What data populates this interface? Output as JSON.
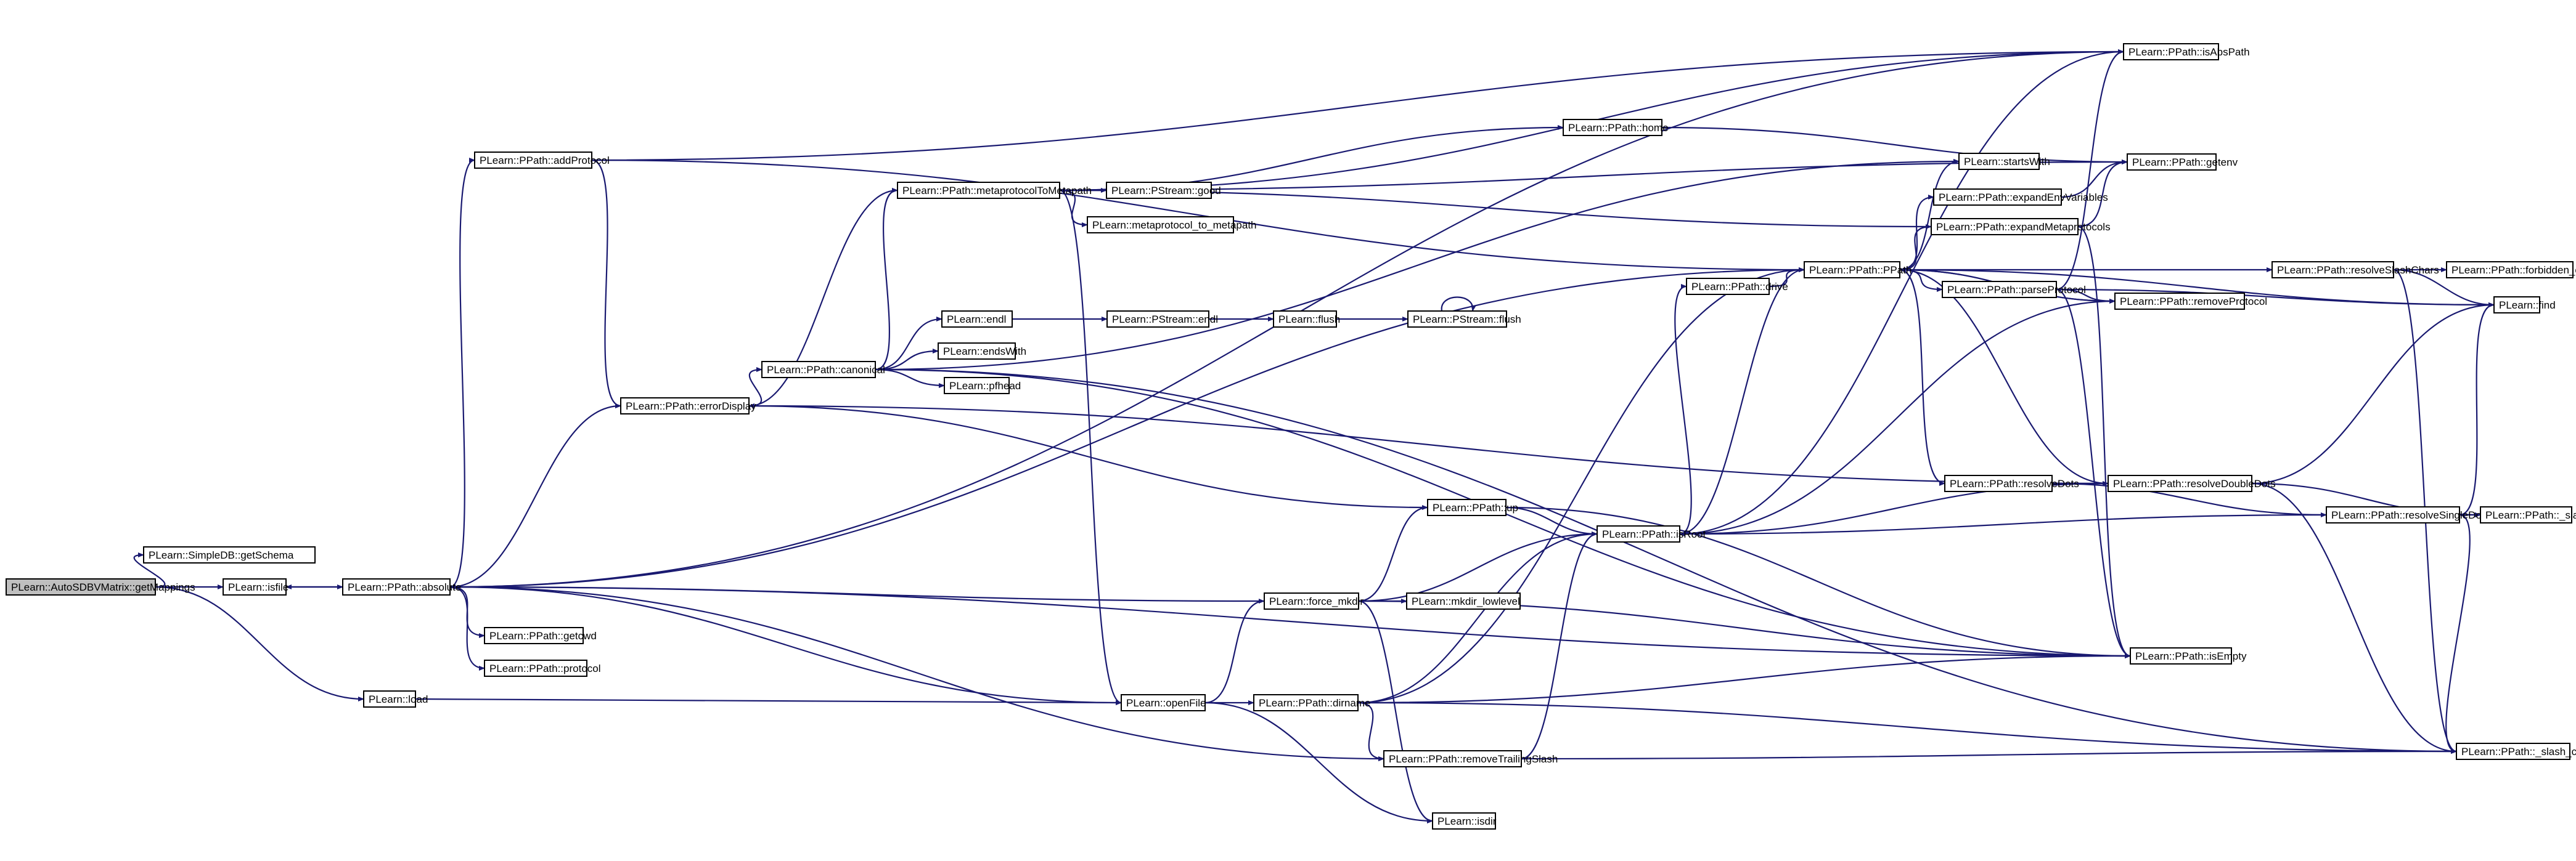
{
  "colors": {
    "edge": "#191970",
    "root_fill": "#bfbfbf",
    "node_fill": "#ffffff",
    "border": "#000000"
  },
  "nodes": [
    {
      "id": "root",
      "label": "PLearn::AutoSDBVMatrix::getMappings",
      "root": true
    },
    {
      "id": "getSchema",
      "label": "PLearn::SimpleDB::getSchema"
    },
    {
      "id": "isfile",
      "label": "PLearn::isfile"
    },
    {
      "id": "load",
      "label": "PLearn::load"
    },
    {
      "id": "absolute",
      "label": "PLearn::PPath::absolute"
    },
    {
      "id": "addProtocol",
      "label": "PLearn::PPath::addProtocol"
    },
    {
      "id": "errorDisplay",
      "label": "PLearn::PPath::errorDisplay"
    },
    {
      "id": "getcwd",
      "label": "PLearn::PPath::getcwd"
    },
    {
      "id": "protocol",
      "label": "PLearn::PPath::protocol"
    },
    {
      "id": "metaprotocolToMetapath",
      "label": "PLearn::PPath::metaprotocolToMetapath"
    },
    {
      "id": "canonical",
      "label": "PLearn::PPath::canonical"
    },
    {
      "id": "good",
      "label": "PLearn::PStream::good"
    },
    {
      "id": "metaprotocol_to_metapath",
      "label": "PLearn::metaprotocol_to_metapath"
    },
    {
      "id": "endl",
      "label": "PLearn::endl"
    },
    {
      "id": "endsWith",
      "label": "PLearn::endsWith"
    },
    {
      "id": "pfhead",
      "label": "PLearn::pfhead"
    },
    {
      "id": "pstream_endl",
      "label": "PLearn::PStream::endl"
    },
    {
      "id": "flush",
      "label": "PLearn::flush"
    },
    {
      "id": "pstream_flush",
      "label": "PLearn::PStream::flush"
    },
    {
      "id": "home",
      "label": "PLearn::PPath::home"
    },
    {
      "id": "openFile",
      "label": "PLearn::openFile"
    },
    {
      "id": "force_mkdir",
      "label": "PLearn::force_mkdir"
    },
    {
      "id": "up",
      "label": "PLearn::PPath::up"
    },
    {
      "id": "mkdir_lowlevel",
      "label": "PLearn::mkdir_lowlevel"
    },
    {
      "id": "dirname",
      "label": "PLearn::PPath::dirname"
    },
    {
      "id": "removeTrailingSlash",
      "label": "PLearn::PPath::removeTrailingSlash"
    },
    {
      "id": "isdir",
      "label": "PLearn::isdir"
    },
    {
      "id": "drive",
      "label": "PLearn::PPath::drive"
    },
    {
      "id": "isRoot",
      "label": "PLearn::PPath::isRoot"
    },
    {
      "id": "PPath",
      "label": "PLearn::PPath::PPath"
    },
    {
      "id": "isAbsPath",
      "label": "PLearn::PPath::isAbsPath"
    },
    {
      "id": "getenv",
      "label": "PLearn::PPath::getenv"
    },
    {
      "id": "startsWith",
      "label": "PLearn::startsWith"
    },
    {
      "id": "expandEnvVariables",
      "label": "PLearn::PPath::expandEnvVariables"
    },
    {
      "id": "expandMetaprotocols",
      "label": "PLearn::PPath::expandMetaprotocols"
    },
    {
      "id": "parseProtocol",
      "label": "PLearn::PPath::parseProtocol"
    },
    {
      "id": "removeProtocol",
      "label": "PLearn::PPath::removeProtocol"
    },
    {
      "id": "resolveDots",
      "label": "PLearn::PPath::resolveDots"
    },
    {
      "id": "resolveDoubleDots",
      "label": "PLearn::PPath::resolveDoubleDots"
    },
    {
      "id": "resolveSingleDots",
      "label": "PLearn::PPath::resolveSingleDots"
    },
    {
      "id": "resolveSlashChars",
      "label": "PLearn::PPath::resolveSlashChars"
    },
    {
      "id": "forbidden_chars",
      "label": "PLearn::PPath::forbidden_chars"
    },
    {
      "id": "find",
      "label": "PLearn::find"
    },
    {
      "id": "slash",
      "label": "PLearn::PPath::_slash"
    },
    {
      "id": "isEmpty",
      "label": "PLearn::PPath::isEmpty"
    },
    {
      "id": "slash_char",
      "label": "PLearn::PPath::_slash_char"
    }
  ],
  "edges": [
    [
      "root",
      "getSchema"
    ],
    [
      "root",
      "isfile"
    ],
    [
      "root",
      "load"
    ],
    [
      "isfile",
      "absolute"
    ],
    [
      "load",
      "openFile"
    ],
    [
      "absolute",
      "addProtocol"
    ],
    [
      "absolute",
      "errorDisplay"
    ],
    [
      "absolute",
      "getcwd"
    ],
    [
      "absolute",
      "protocol"
    ],
    [
      "absolute",
      "isfile"
    ],
    [
      "absolute",
      "isAbsPath"
    ],
    [
      "absolute",
      "PPath"
    ],
    [
      "absolute",
      "isEmpty"
    ],
    [
      "absolute",
      "removeTrailingSlash"
    ],
    [
      "addProtocol",
      "isAbsPath"
    ],
    [
      "addProtocol",
      "errorDisplay"
    ],
    [
      "addProtocol",
      "PPath"
    ],
    [
      "errorDisplay",
      "canonical"
    ],
    [
      "errorDisplay",
      "metaprotocolToMetapath"
    ],
    [
      "canonical",
      "metaprotocolToMetapath"
    ],
    [
      "canonical",
      "endl"
    ],
    [
      "canonical",
      "endsWith"
    ],
    [
      "canonical",
      "pfhead"
    ],
    [
      "canonical",
      "startsWith"
    ],
    [
      "canonical",
      "isEmpty"
    ],
    [
      "canonical",
      "slash_char"
    ],
    [
      "metaprotocolToMetapath",
      "good"
    ],
    [
      "metaprotocolToMetapath",
      "metaprotocol_to_metapath"
    ],
    [
      "metaprotocolToMetapath",
      "home"
    ],
    [
      "metaprotocolToMetapath",
      "getenv"
    ],
    [
      "metaprotocolToMetapath",
      "openFile"
    ],
    [
      "metaprotocolToMetapath",
      "isAbsPath"
    ],
    [
      "endl",
      "pstream_endl"
    ],
    [
      "pstream_endl",
      "flush"
    ],
    [
      "flush",
      "pstream_flush"
    ],
    [
      "pstream_flush",
      "pstream_flush"
    ],
    [
      "home",
      "getenv"
    ],
    [
      "openFile",
      "force_mkdir"
    ],
    [
      "openFile",
      "dirname"
    ],
    [
      "openFile",
      "isdir"
    ],
    [
      "openFile",
      "absolute"
    ],
    [
      "force_mkdir",
      "up"
    ],
    [
      "force_mkdir",
      "mkdir_lowlevel"
    ],
    [
      "force_mkdir",
      "isRoot"
    ],
    [
      "force_mkdir",
      "isdir"
    ],
    [
      "force_mkdir",
      "isEmpty"
    ],
    [
      "force_mkdir",
      "absolute"
    ],
    [
      "up",
      "isRoot"
    ],
    [
      "up",
      "isEmpty"
    ],
    [
      "up",
      "errorDisplay"
    ],
    [
      "dirname",
      "removeTrailingSlash"
    ],
    [
      "dirname",
      "isRoot"
    ],
    [
      "dirname",
      "isEmpty"
    ],
    [
      "dirname",
      "PPath"
    ],
    [
      "dirname",
      "slash_char"
    ],
    [
      "removeTrailingSlash",
      "isRoot"
    ],
    [
      "removeTrailingSlash",
      "slash_char"
    ],
    [
      "isRoot",
      "drive"
    ],
    [
      "isRoot",
      "removeProtocol"
    ],
    [
      "isRoot",
      "PPath"
    ],
    [
      "isRoot",
      "isAbsPath"
    ],
    [
      "drive",
      "PPath"
    ],
    [
      "PPath",
      "startsWith"
    ],
    [
      "PPath",
      "expandEnvVariables"
    ],
    [
      "PPath",
      "expandMetaprotocols"
    ],
    [
      "PPath",
      "parseProtocol"
    ],
    [
      "PPath",
      "resolveDots"
    ],
    [
      "PPath",
      "resolveSlashChars"
    ],
    [
      "PPath",
      "find"
    ],
    [
      "PPath",
      "removeProtocol"
    ],
    [
      "expandEnvVariables",
      "getenv"
    ],
    [
      "expandMetaprotocols",
      "getenv"
    ],
    [
      "expandMetaprotocols",
      "metaprotocolToMetapath"
    ],
    [
      "expandMetaprotocols",
      "isEmpty"
    ],
    [
      "parseProtocol",
      "isAbsPath"
    ],
    [
      "parseProtocol",
      "removeProtocol"
    ],
    [
      "parseProtocol",
      "find"
    ],
    [
      "parseProtocol",
      "isEmpty"
    ],
    [
      "removeProtocol",
      "PPath"
    ],
    [
      "resolveSlashChars",
      "forbidden_chars"
    ],
    [
      "resolveSlashChars",
      "find"
    ],
    [
      "resolveSlashChars",
      "slash_char"
    ],
    [
      "resolveDots",
      "resolveDoubleDots"
    ],
    [
      "resolveDots",
      "resolveSingleDots"
    ],
    [
      "resolveDoubleDots",
      "find"
    ],
    [
      "resolveDoubleDots",
      "slash"
    ],
    [
      "resolveDoubleDots",
      "isRoot"
    ],
    [
      "resolveDoubleDots",
      "slash_char"
    ],
    [
      "resolveDoubleDots",
      "errorDisplay"
    ],
    [
      "resolveDoubleDots",
      "PPath"
    ],
    [
      "resolveSingleDots",
      "find"
    ],
    [
      "resolveSingleDots",
      "slash"
    ],
    [
      "resolveSingleDots",
      "isRoot"
    ],
    [
      "resolveSingleDots",
      "slash_char"
    ]
  ]
}
